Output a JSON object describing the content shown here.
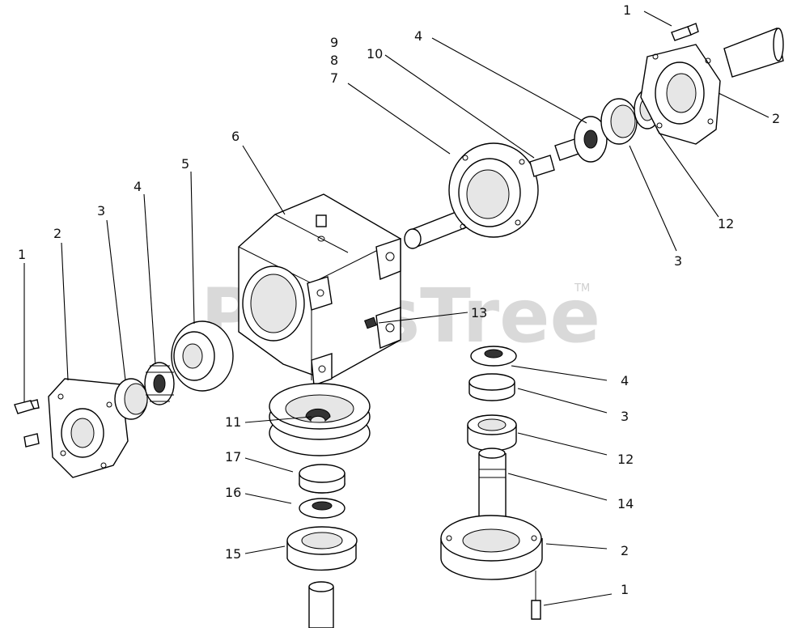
{
  "watermark": {
    "text": "PartsTree",
    "trademark": "TM"
  },
  "callouts": {
    "c1_top_right": "1",
    "c2_top_right": "2",
    "c12_top_right": "12",
    "c3_top_right": "3",
    "c4_top": "4",
    "c10": "10",
    "c9": "9",
    "c8": "8",
    "c7": "7",
    "c6": "6",
    "c5": "5",
    "c4_left": "4",
    "c3_left": "3",
    "c2_left": "2",
    "c1_left": "1",
    "c13": "13",
    "c11": "11",
    "c17": "17",
    "c16": "16",
    "c15": "15",
    "c4_right": "4",
    "c3_right": "3",
    "c12_right": "12",
    "c14": "14",
    "c2_right": "2",
    "c1_bottom_right": "1"
  },
  "colors": {
    "line": "#000000",
    "background": "#ffffff",
    "watermark": "#d9d9d9"
  }
}
